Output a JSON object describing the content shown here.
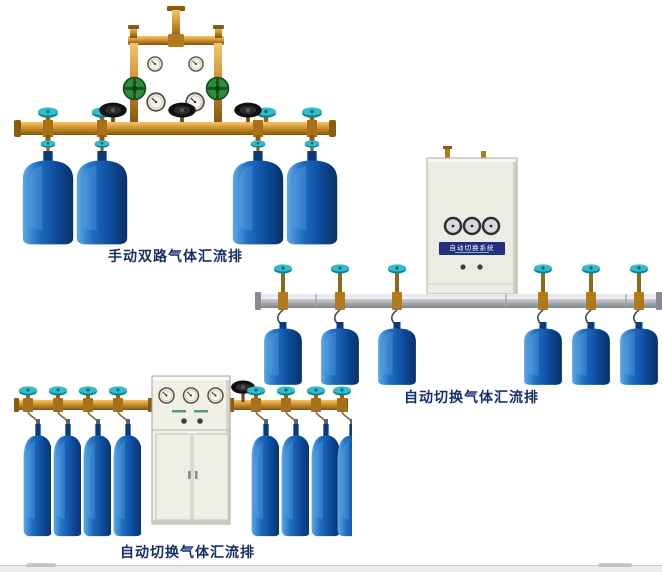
{
  "products": [
    {
      "id": "manual-dual-manifold",
      "caption": "手动双路气体汇流排",
      "cylinder_count": 4
    },
    {
      "id": "auto-switch-manifold-wall-cabinet",
      "caption": "自动切换气体汇流排",
      "panel_label": "自动切换系统",
      "cylinder_count": 6
    },
    {
      "id": "auto-switch-manifold-floor-cabinet",
      "caption": "自动切换气体汇流排",
      "cylinder_count": 8
    }
  ],
  "colors": {
    "background": "#ffffff",
    "caption_text": "#15306b",
    "cylinder_blue": "#0c4896",
    "valve_teal": "#33bccb",
    "pipe_brass": "#cf9330",
    "pipe_silver": "#c3c7cc",
    "cabinet_body": "#ecebe4",
    "label_band_navy": "#222f7a"
  }
}
